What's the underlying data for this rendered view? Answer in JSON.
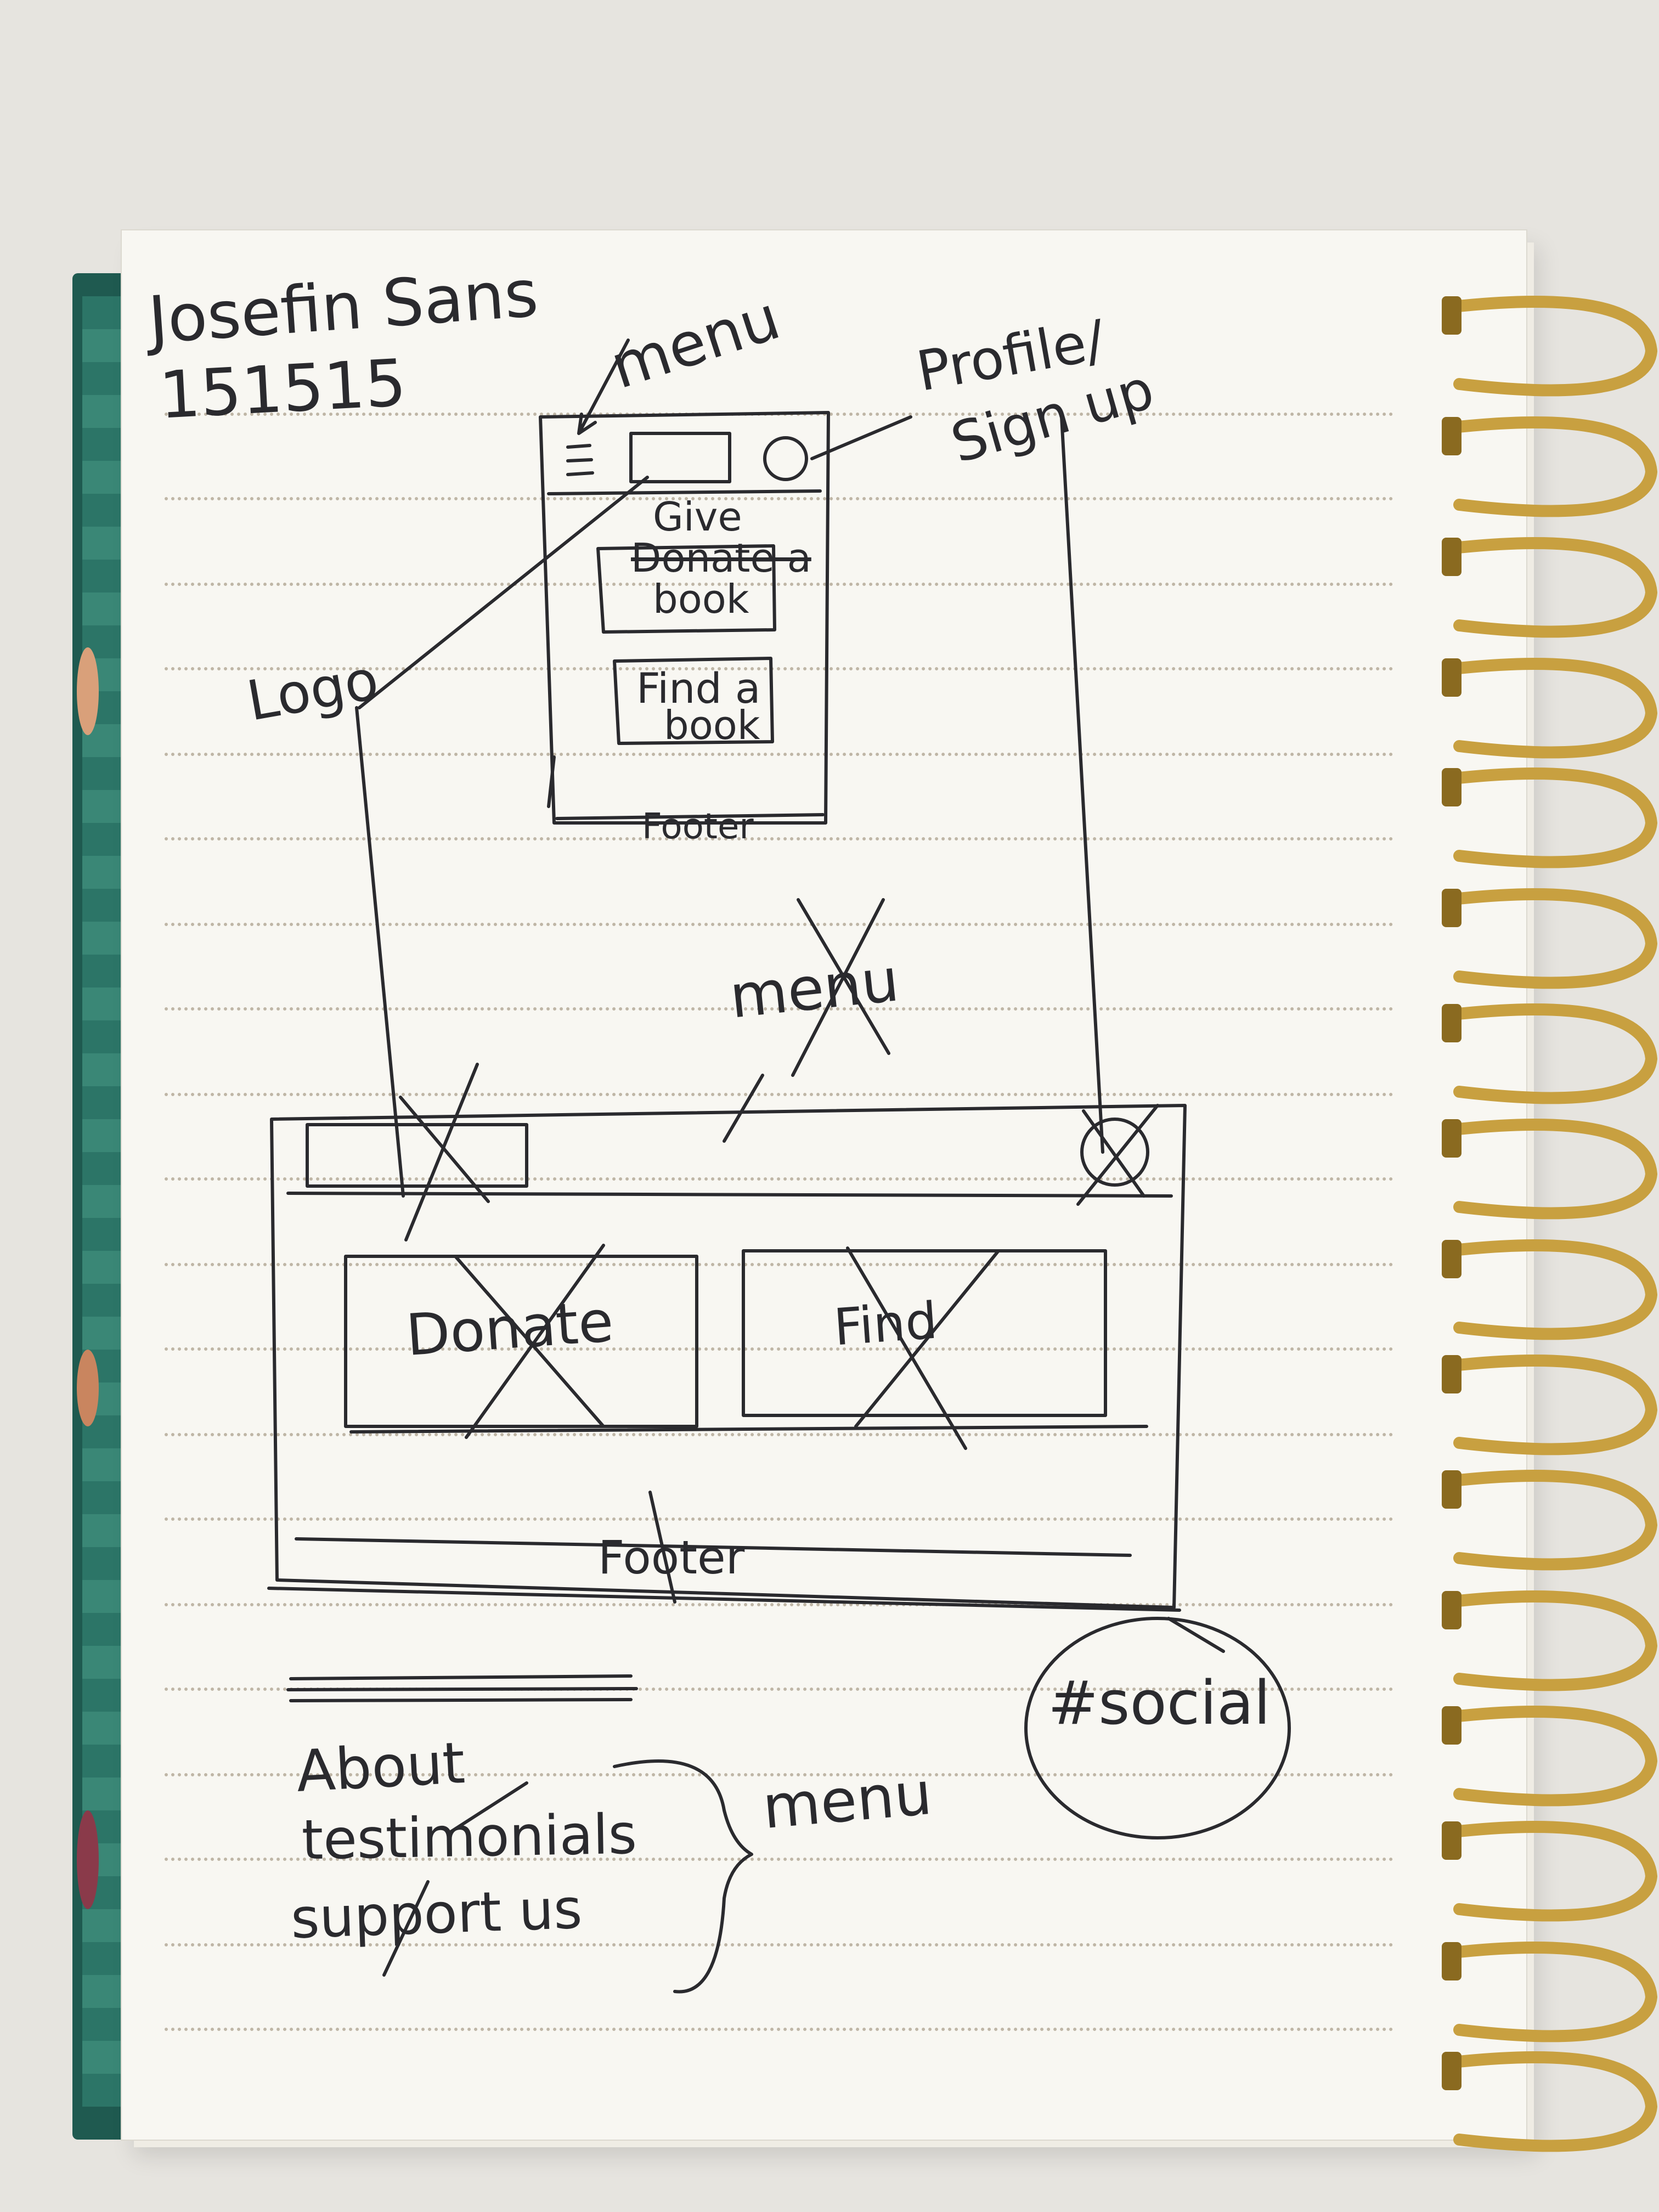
{
  "notes": {
    "font_name": "Josefin Sans",
    "color_code": "151515",
    "menu_label_top": "menu",
    "profile_label": "Profile/",
    "signup_label": "Sign up",
    "logo_label": "Logo",
    "mobile_give_line1": "Give",
    "mobile_give_line2": "Donate a",
    "mobile_give_line3": "book",
    "mobile_find_line1": "Find a",
    "mobile_find_line2": "book",
    "mobile_footer": "Footer",
    "desktop_menu": "menu",
    "desktop_donate": "Donate",
    "desktop_find": "Find",
    "desktop_footer": "Footer",
    "menu_item_about": "About",
    "menu_item_testimonials": "testimonials",
    "menu_item_support": "support us",
    "menu_brace_label": "menu",
    "social_label": "#social"
  },
  "colors": {
    "ink": "#2a2a2e",
    "paper": "#f8f7f2",
    "spiral": "#c8a040"
  }
}
